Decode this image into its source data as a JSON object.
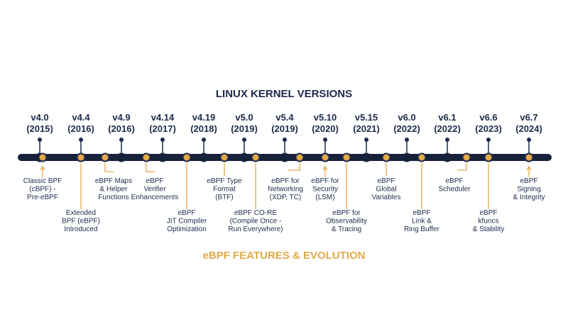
{
  "title": "LINUX KERNEL VERSIONS",
  "footer": "eBPF FEATURES & EVOLUTION",
  "colors": {
    "navy": "#1c2a4a",
    "gold": "#e2a94a",
    "bar": "#16213a"
  },
  "versions": [
    {
      "name": "v4.0",
      "year": "(2015)"
    },
    {
      "name": "v4.4",
      "year": "(2016)"
    },
    {
      "name": "v4.9",
      "year": "(2016)"
    },
    {
      "name": "v4.14",
      "year": "(2017)"
    },
    {
      "name": "v4.19",
      "year": "(2018)"
    },
    {
      "name": "v5.0",
      "year": "(2019)"
    },
    {
      "name": "v5.4",
      "year": "(2019)"
    },
    {
      "name": "v5.10",
      "year": "(2020)"
    },
    {
      "name": "v5.15",
      "year": "(2021)"
    },
    {
      "name": "v6.0",
      "year": "(2022)"
    },
    {
      "name": "v6.1",
      "year": "(2022)"
    },
    {
      "name": "v6.6",
      "year": "(2023)"
    },
    {
      "name": "v6.7",
      "year": "(2024)"
    }
  ],
  "features": [
    {
      "lines": [
        "Classic BPF",
        "(cBPF) -",
        "Pre-eBPF"
      ]
    },
    {
      "lines": [
        "Extended",
        "BPF (eBPF)",
        "Introduced"
      ]
    },
    {
      "lines": [
        "eBPF Maps",
        "& Helper",
        "Functions"
      ]
    },
    {
      "lines": [
        "eBPF",
        "Verifier",
        "Enhancements"
      ]
    },
    {
      "lines": [
        "eBPF",
        "JIT Compiler",
        "Optimization"
      ]
    },
    {
      "lines": [
        "eBPF Type",
        "Format",
        "(BTF)"
      ]
    },
    {
      "lines": [
        "eBPF CO-RE",
        "(Compile Once -",
        "Run Everywhere)"
      ]
    },
    {
      "lines": [
        "eBPF for",
        "Networking",
        "(XDP, TC)"
      ]
    },
    {
      "lines": [
        "eBPF for",
        "Security",
        "(LSM)"
      ]
    },
    {
      "lines": [
        "eBPF for",
        "Observability",
        "& Tracing"
      ]
    },
    {
      "lines": [
        "eBPF",
        "Global",
        "Variables"
      ]
    },
    {
      "lines": [
        "eBPF",
        "Link &",
        "Ring Buffer"
      ]
    },
    {
      "lines": [
        "eBPF",
        "Scheduler"
      ]
    },
    {
      "lines": [
        "eBPF",
        "kfuncs",
        "& Stability"
      ]
    },
    {
      "lines": [
        "eBPF",
        "Signing",
        "& Integrity"
      ]
    }
  ]
}
